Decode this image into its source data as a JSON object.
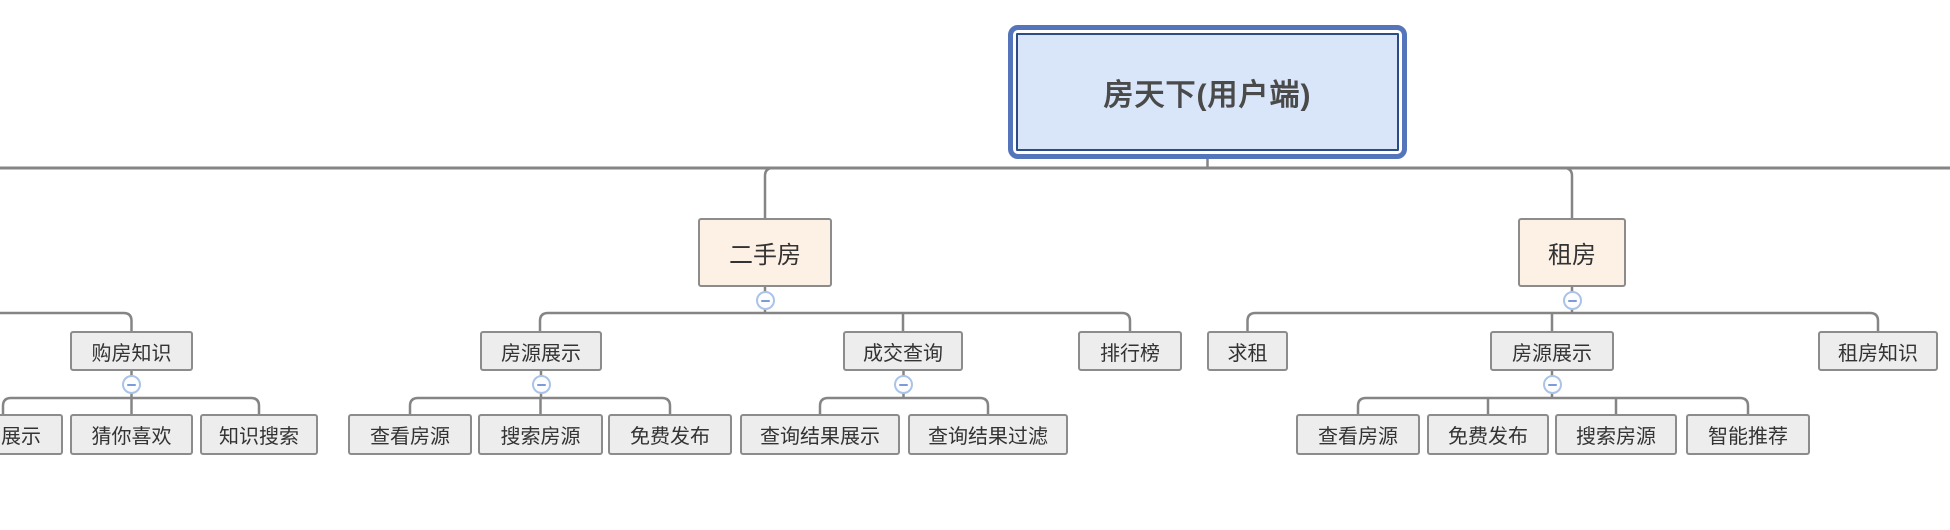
{
  "diagram": {
    "type": "mindmap-org-chart",
    "root_selected": true
  },
  "tree": {
    "root_label": "房天下(用户端)",
    "branches": [
      {
        "label": "二手房",
        "children": [
          {
            "label": "房源展示",
            "children": [
              {
                "label": "查看房源"
              },
              {
                "label": "搜索房源"
              },
              {
                "label": "免费发布"
              }
            ]
          },
          {
            "label": "成交查询",
            "children": [
              {
                "label": "查询结果展示"
              },
              {
                "label": "查询结果过滤"
              }
            ]
          },
          {
            "label": "排行榜",
            "children": []
          }
        ]
      },
      {
        "label": "租房",
        "children": [
          {
            "label": "求租",
            "children": []
          },
          {
            "label": "房源展示",
            "children": [
              {
                "label": "查看房源"
              },
              {
                "label": "免费发布"
              },
              {
                "label": "搜索房源"
              },
              {
                "label": "智能推荐"
              }
            ]
          },
          {
            "label": "租房知识",
            "children": []
          }
        ]
      }
    ],
    "clipped_left_branch": {
      "label": "购房知识",
      "children": [
        {
          "label": "展示",
          "clipped": true
        },
        {
          "label": "猜你喜欢"
        },
        {
          "label": "知识搜索"
        }
      ]
    }
  },
  "icons": {
    "collapse": "minus-circle"
  },
  "colors": {
    "root_fill": "#d9e5f8",
    "root_border": "#2c4c86",
    "selection_ring": "#5474bc",
    "branch_fill": "#fdf1e6",
    "node_fill": "#ededed",
    "node_border": "#8c8c8c",
    "connector_line": "#858585",
    "collapse_ring": "#a9c3e9",
    "collapse_glyph": "#7b9cd8",
    "node_text": "#333333",
    "root_text": "#4a4a4a"
  }
}
